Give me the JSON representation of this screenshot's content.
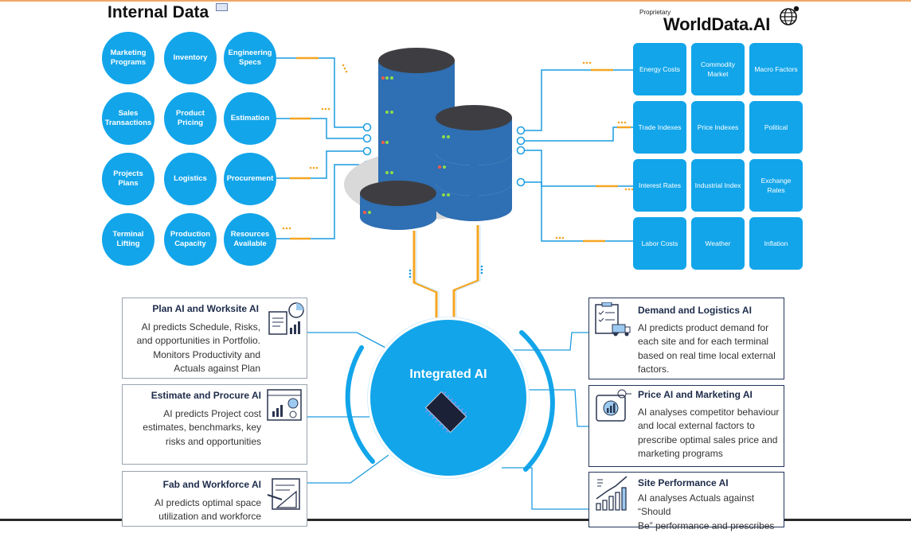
{
  "header": {
    "title": "Internal Data",
    "proprietary": "Proprietary",
    "brand": "WorldData.AI"
  },
  "internal_sources": [
    "Marketing Programs",
    "Inventory",
    "Engineering Specs",
    "Sales Transactions",
    "Product Pricing",
    "Estimation",
    "Projects Plans",
    "Logistics",
    "Procurement",
    "Terminal Lifting",
    "Production Capacity",
    "Resources Available"
  ],
  "external_sources": [
    "Energy Costs",
    "Commodity Market",
    "Macro Factors",
    "Trade Indexes",
    "Price Indexes",
    "Political",
    "Interest Rates",
    "Industrial Index",
    "Exchange Rates",
    "Labor Costs",
    "Weather",
    "Inflation"
  ],
  "core": {
    "label": "Integrated AI"
  },
  "left_modules": [
    {
      "title": "Plan AI and Worksite AI",
      "body": [
        "AI predicts Schedule, Risks,",
        "and opportunities in Portfolio.",
        "Monitors Productivity and",
        "Actuals against Plan"
      ],
      "icon": "dashboard-report-icon"
    },
    {
      "title": "Estimate and Procure AI",
      "body": [
        "AI predicts Project cost",
        "estimates, benchmarks, key",
        "risks and opportunities"
      ],
      "icon": "cost-analytics-icon"
    },
    {
      "title": "Fab and Workforce AI",
      "body": [
        "AI predicts optimal space",
        "utilization and workforce"
      ],
      "icon": "blueprint-tools-icon"
    }
  ],
  "right_modules": [
    {
      "title": "Demand and Logistics AI",
      "body": [
        "AI predicts product demand for",
        "each site and for each terminal",
        "based on real time local external",
        "factors."
      ],
      "icon": "logistics-checklist-icon"
    },
    {
      "title": "Price AI and Marketing AI",
      "body": [
        "AI analyses competitor behaviour",
        "and local external factors to",
        "prescribe optimal sales price and",
        "marketing programs"
      ],
      "icon": "price-analysis-icon"
    },
    {
      "title": "Site Performance AI",
      "body": [
        "AI analyses Actuals against “Should",
        "Be” performance and prescribes"
      ],
      "icon": "growth-chart-icon"
    }
  ],
  "colors": {
    "accent_blue": "#12a5ea",
    "connector_orange": "#f5a623",
    "line_blue": "#1a9ce0",
    "db_cylinder": "#2f6fb3",
    "db_top": "#3e3e42"
  }
}
